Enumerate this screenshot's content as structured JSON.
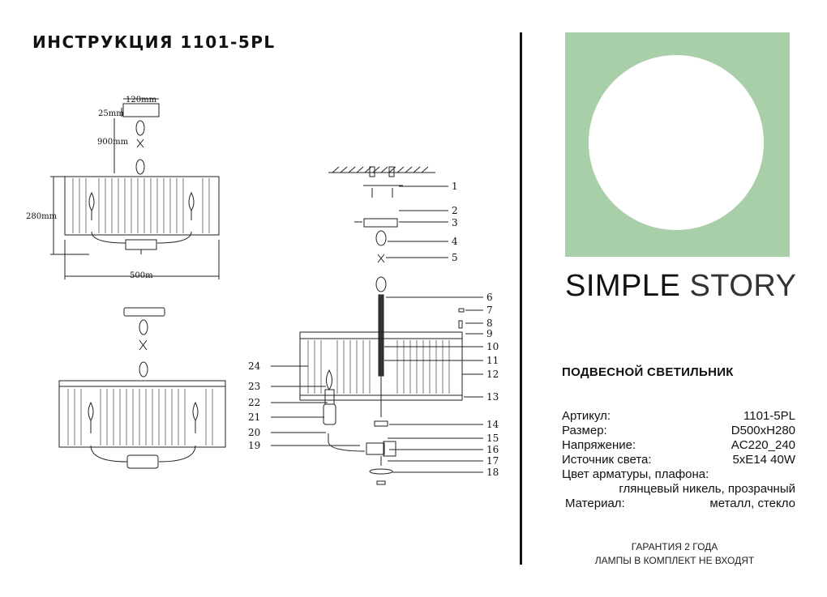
{
  "header": {
    "title": "ИНСТРУКЦИЯ 1101-5PL"
  },
  "dimensions": {
    "top_width": "120mm",
    "top_height": "25mm",
    "chain": "900mm",
    "height": "280mm",
    "diameter": "500m"
  },
  "parts": [
    "1",
    "2",
    "3",
    "4",
    "5",
    "6",
    "7",
    "8",
    "9",
    "10",
    "11",
    "12",
    "13",
    "14",
    "15",
    "16",
    "17",
    "18",
    "19",
    "20",
    "21",
    "22",
    "23",
    "24"
  ],
  "brand": {
    "bold": "SIMPLE",
    "thin": "STORY",
    "swatch_color": "#a9cfa9"
  },
  "product": {
    "type": "ПОДВЕСНОЙ СВЕТИЛЬНИК",
    "specs": [
      {
        "label": "Артикул:",
        "value": "1101-5PL"
      },
      {
        "label": "Размер:",
        "value": "D500xH280"
      },
      {
        "label": "Напряжение:",
        "value": "AC220_240"
      },
      {
        "label": "Источник света:",
        "value": "5xE14 40W"
      }
    ],
    "color_label": "Цвет арматуры, плафона:",
    "color_value": "глянцевый никель, прозрачный",
    "material_label": "Материал:",
    "material_value": "металл, стекло"
  },
  "footer": {
    "warranty": "ГАРАНТИЯ 2 ГОДА",
    "lamps": "ЛАМПЫ В КОМПЛЕКТ НЕ ВХОДЯТ"
  }
}
